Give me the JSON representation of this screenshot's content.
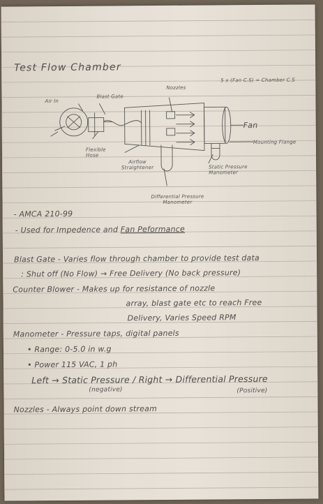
{
  "title": "Test Flow Chamber",
  "diagram": {
    "formula": "5 x (Fan C.S) = Chamber C.S",
    "labels": {
      "air_in": "Air In",
      "blast_gate": "Blast Gate",
      "nozzles": "Nozzles",
      "fan": "Fan",
      "mounting_flange": "Mounting Flange",
      "flexible_hose": "Flexible Hose",
      "airflow_straightener": "Airflow Straightener",
      "static_pressure_manometer": "Static Pressure Manometer",
      "differential_pressure_manometer": "Differential Pressure Manometer"
    }
  },
  "notes": {
    "amca": "- AMCA 210-99",
    "used_for_prefix": "- Used for Impedence and",
    "used_for_emphasis": "Fan Peformance",
    "blast_gate_line1": "Blast Gate - Varies flow through chamber to provide test data",
    "blast_gate_line2": ": Shut off (No Flow) → Free Delivery (No back pressure)",
    "counter_blower_line1": "Counter Blower - Makes up for resistance of nozzle",
    "counter_blower_line2": "array, blast gate etc to reach Free",
    "counter_blower_line3": "Delivery, Varies Speed RPM",
    "manometer_line1": "Manometer - Pressure taps, digital panels",
    "manometer_range": "• Range: 0-5.0 in w.g",
    "manometer_power": "• Power 115 VAC, 1 ph",
    "manometer_left_right": "Left → Static Pressure / Right → Differential Pressure",
    "negative": "(negative)",
    "positive": "(Positive)",
    "nozzles_line": "Nozzles - Always point down stream"
  }
}
